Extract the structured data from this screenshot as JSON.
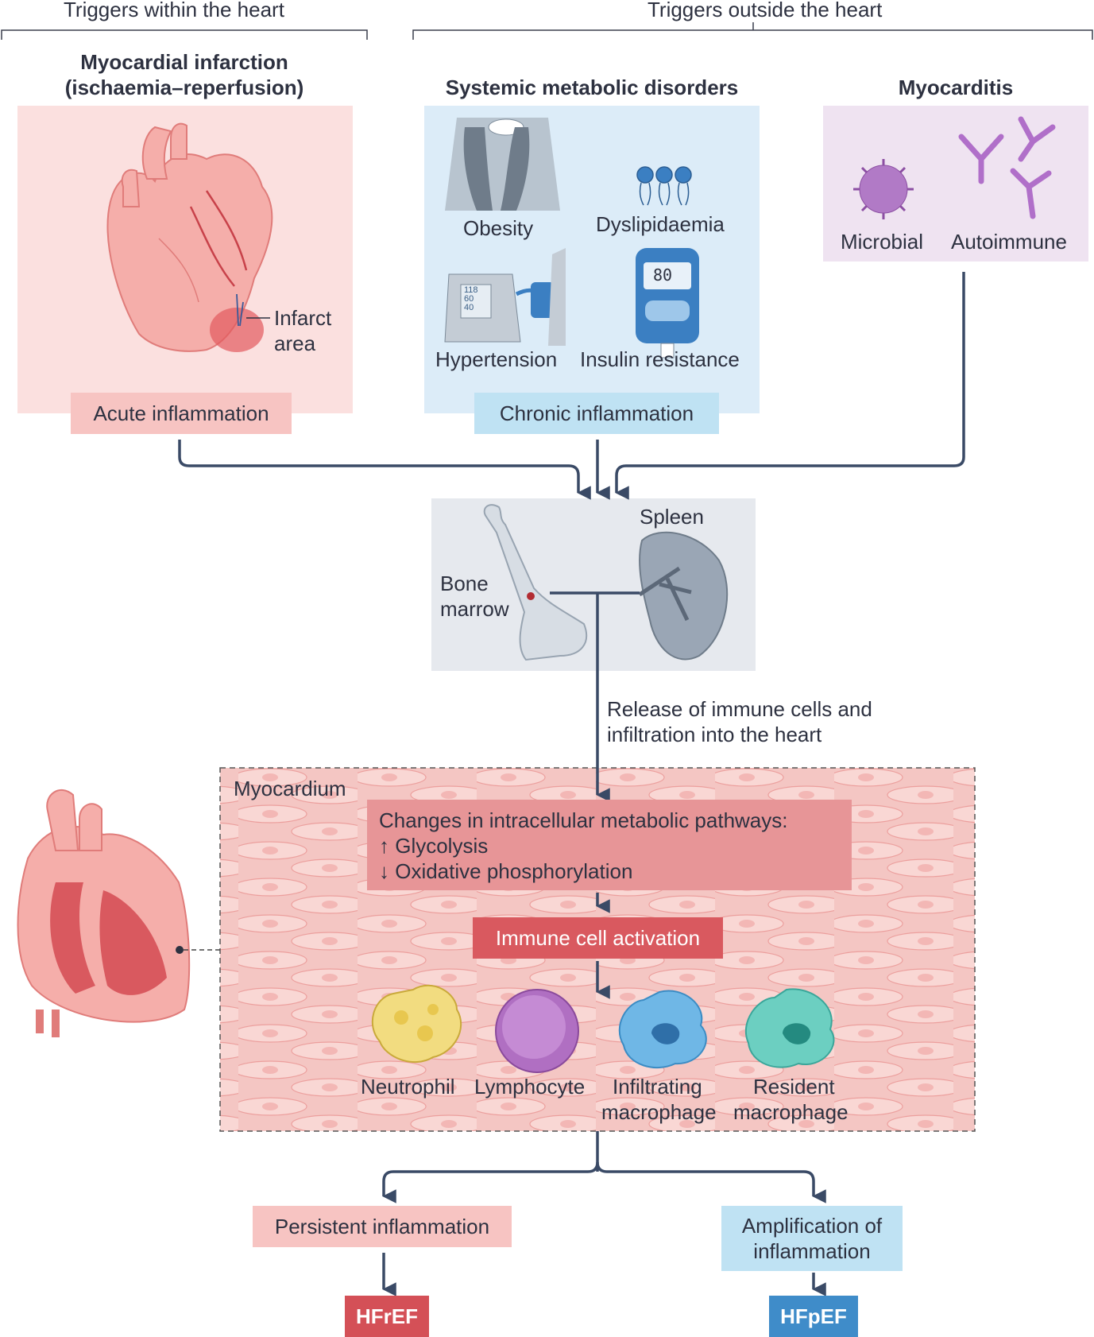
{
  "header": {
    "left_trigger": "Triggers within the heart",
    "right_trigger": "Triggers outside the heart"
  },
  "mi": {
    "title_line1": "Myocardial infarction",
    "title_line2": "(ischaemia–reperfusion)",
    "infarct_line1": "Infarct",
    "infarct_line2": "area",
    "tag": "Acute inflammation"
  },
  "metabolic": {
    "title": "Systemic metabolic disorders",
    "items": [
      "Obesity",
      "Dyslipidaemia",
      "Hypertension",
      "Insulin resistance"
    ],
    "bp_readings": [
      "118",
      "60",
      "40"
    ],
    "glucose_reading": "80",
    "tag": "Chronic  inflammation"
  },
  "myocarditis": {
    "title": "Myocarditis",
    "items": [
      "Microbial",
      "Autoimmune"
    ]
  },
  "organs": {
    "bone_line1": "Bone",
    "bone_line2": "marrow",
    "spleen": "Spleen"
  },
  "release": {
    "line1": "Release of immune cells and",
    "line2": "infiltration into the heart"
  },
  "myocardium": {
    "label": "Myocardium",
    "pathway_line1": "Changes in intracellular metabolic pathways:",
    "pathway_line2": "↑ Glycolysis",
    "pathway_line3": "↓ Oxidative phosphorylation",
    "activation": "Immune cell activation",
    "cells": [
      "Neutrophil",
      "Lymphocyte",
      "Infiltrating",
      "Resident"
    ],
    "cell_suffix": [
      "macrophage",
      "macrophage"
    ]
  },
  "outcomes": {
    "left_tag": "Persistent inflammation",
    "right_line1": "Amplification of",
    "right_line2": "inflammation",
    "left_result": "HFrEF",
    "right_result": "HFpEF"
  },
  "colors": {
    "arrow": "#3a4a66",
    "mi_panel": "#fbe0df",
    "mi_tag": "#f7c4c2",
    "metabolic_panel": "#dcecf8",
    "metabolic_tag": "#bfe2f3",
    "myocarditis_panel": "#efe3f1",
    "organ_panel": "#e6e9ee",
    "pathway_box": "#e79597",
    "activation_box": "#d9595f",
    "hfref": "#d45057",
    "hfpef": "#3f8cc9"
  }
}
